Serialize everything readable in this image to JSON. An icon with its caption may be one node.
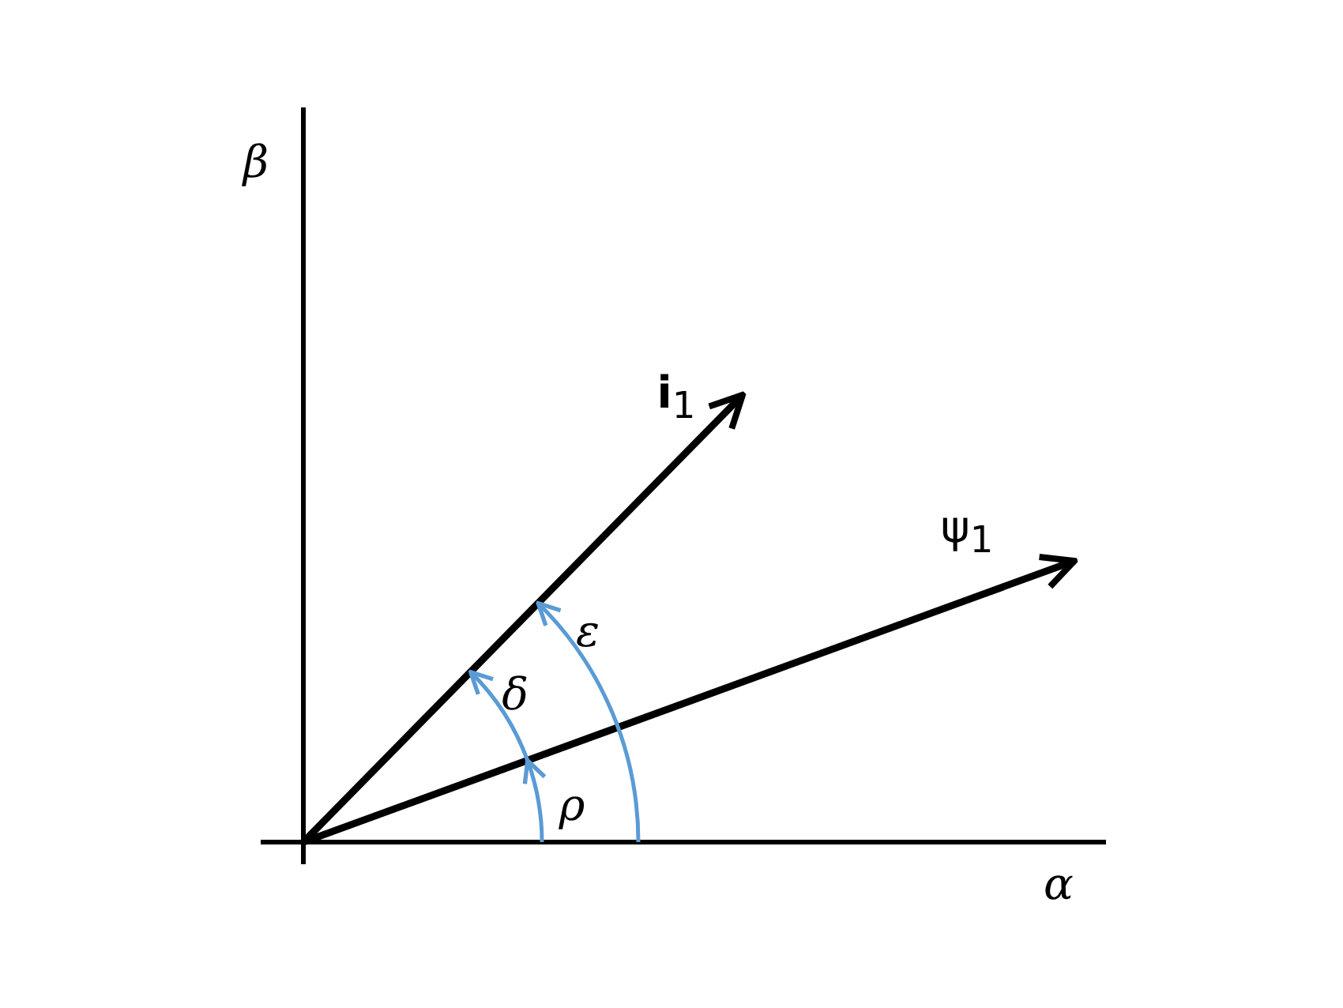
{
  "diagram": {
    "labels": [
      "β",
      "**i**$_{1}$",
      "ψ$_{1}$",
      "ε",
      "δ",
      "ρ",
      "α"
    ]
  }
}
